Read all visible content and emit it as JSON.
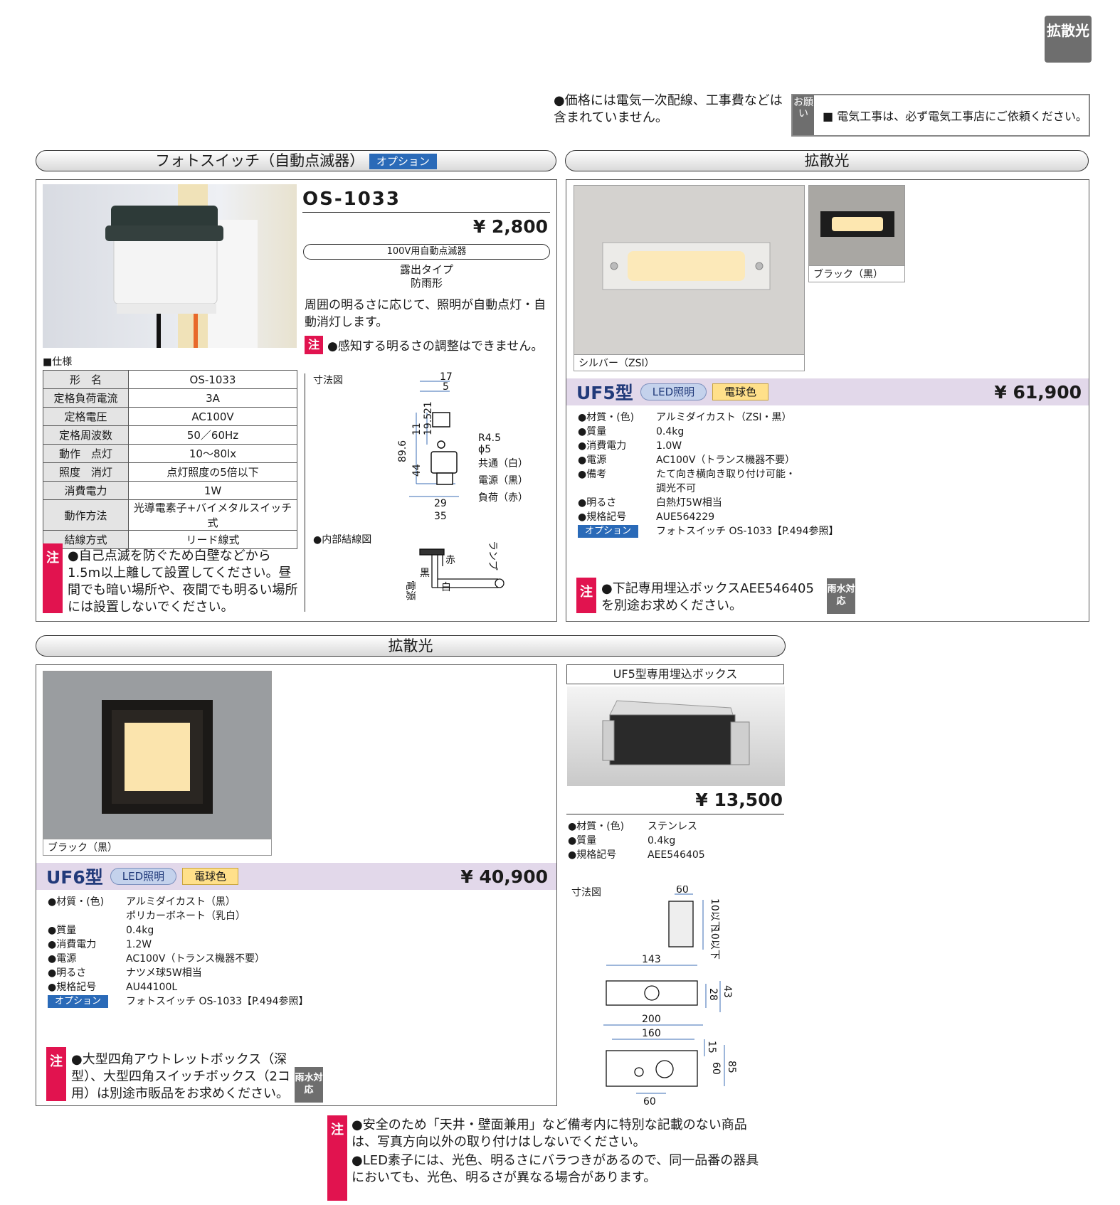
{
  "corner_tab": "拡散光",
  "top_notice": {
    "bullet": "●価格には電気一次配線、工事費などは含まれていません。",
    "request_label": "お願い",
    "request_text": "■ 電気工事は、必ず電気工事店にご依頼ください。"
  },
  "photoswitch": {
    "section_title": "フォトスイッチ（自動点滅器）",
    "option_badge": "オプション",
    "model": "OS-1033",
    "price": "¥ 2,800",
    "pill": "100V用自動点滅器",
    "type1": "露出タイプ",
    "type2": "防雨形",
    "description": "周囲の明るさに応じて、照明が自動点灯・自動消灯します。",
    "note_label": "注",
    "note1": "●感知する明るさの調整はできません。",
    "spec_heading": "■仕様",
    "spec": [
      [
        "形　名",
        "OS-1033"
      ],
      [
        "定格負荷電流",
        "3A"
      ],
      [
        "定格電圧",
        "AC100V"
      ],
      [
        "定格周波数",
        "50／60Hz"
      ],
      [
        "動作　点灯",
        "10〜80lx"
      ],
      [
        "照度　消灯",
        "点灯照度の5倍以下"
      ],
      [
        "消費電力",
        "1W"
      ],
      [
        "動作方法",
        "光導電素子+バイメタルスイッチ式"
      ],
      [
        "結線方式",
        "リード線式"
      ]
    ],
    "note2": "●自己点滅を防ぐため白壁などから1.5m以上離して設置してください。昼間でも暗い場所や、夜間でも明るい場所には設置しないでください。",
    "dim_title": "寸法図",
    "wiring_title": "●内部結線図",
    "dim_labels": {
      "d17": "17",
      "d5": "5",
      "d89": "89.6",
      "d11": "11",
      "d195": "19.5",
      "d21": "21",
      "d44": "44",
      "d29": "29",
      "d35": "35",
      "r": "R4.5",
      "phi": "ϕ5",
      "common": "共通（白）",
      "power": "電源（黒）",
      "load": "負荷（赤）"
    },
    "wiring_labels": {
      "red": "赤",
      "black": "黒",
      "white": "白",
      "power": "電源",
      "lamp": "ランプ"
    }
  },
  "uf5": {
    "section_title": "拡散光",
    "caption_main": "シルバー（ZSI）",
    "caption_sub": "ブラック（黒）",
    "model": "UF5型",
    "led": "LED照明",
    "bulb": "電球色",
    "price": "¥ 61,900",
    "props": [
      [
        "●材質・(色)",
        "アルミダイカスト（ZSI・黒）"
      ],
      [
        "●質量",
        "0.4kg"
      ],
      [
        "●消費電力",
        "1.0W"
      ],
      [
        "●電源",
        "AC100V（トランス機器不要）"
      ],
      [
        "●備考",
        "たて向き横向き取り付け可能・"
      ],
      [
        "",
        "調光不可"
      ],
      [
        "●明るさ",
        "白熱灯5W相当"
      ],
      [
        "●規格記号",
        "AUE564229"
      ]
    ],
    "option_badge": "オプション",
    "option_text": "フォトスイッチ OS-1033【P.494参照】",
    "note_label": "注",
    "note": "●下記専用埋込ボックスAEE546405を別途お求めください。",
    "rain": "雨水対応"
  },
  "uf6": {
    "section_title": "拡散光",
    "caption": "ブラック（黒）",
    "model": "UF6型",
    "led": "LED照明",
    "bulb": "電球色",
    "price": "¥ 40,900",
    "props": [
      [
        "●材質・(色)",
        "アルミダイカスト（黒）"
      ],
      [
        "",
        "ポリカーボネート（乳白）"
      ],
      [
        "●質量",
        "0.4kg"
      ],
      [
        "●消費電力",
        "1.2W"
      ],
      [
        "●電源",
        "AC100V（トランス機器不要）"
      ],
      [
        "●明るさ",
        "ナツメ球5W相当"
      ],
      [
        "●規格記号",
        "AU44100L"
      ]
    ],
    "option_badge": "オプション",
    "option_text": "フォトスイッチ OS-1033【P.494参照】",
    "note_label": "注",
    "note": "●大型四角アウトレットボックス（深型）、大型四角スイッチボックス（2コ用）は別途市販品をお求めください。",
    "rain": "雨水対応"
  },
  "box": {
    "title": "UF5型専用埋込ボックス",
    "price": "¥ 13,500",
    "props": [
      [
        "●材質・(色)",
        "ステンレス"
      ],
      [
        "●質量",
        "0.4kg"
      ],
      [
        "●規格記号",
        "AEE546405"
      ]
    ],
    "dim_title": "寸法図",
    "dims": {
      "d60a": "60",
      "d10a": "10以下",
      "d10b": "10以下",
      "d143": "143",
      "d28": "28",
      "d43": "43",
      "d200": "200",
      "d160": "160",
      "d15": "15",
      "d60b": "60",
      "d85": "85",
      "d60c": "60"
    }
  },
  "bottom_note": {
    "label": "注",
    "line1": "●安全のため「天井・壁面兼用」など備考内に特別な記載のない商品は、写真方向以外の取り付けはしないでください。",
    "line2": "●LED素子には、光色、明るさにバラつきがあるので、同一品番の器具においても、光色、明るさが異なる場合があります。"
  }
}
